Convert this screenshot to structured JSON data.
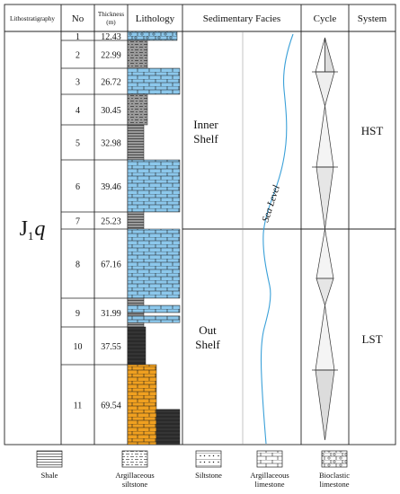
{
  "header": {
    "lithostratigraphy": "Lithostratigraphy",
    "no": "No",
    "thickness_line1": "Thickness",
    "thickness_line2": "(m)",
    "lithology": "Lithology",
    "facies": "Sedimentary Facies",
    "cycle": "Cycle",
    "system": "System"
  },
  "formation": {
    "main": "J",
    "sub": "1",
    "italic": "q"
  },
  "layers": [
    {
      "no": "1",
      "thickness": "12.43",
      "lith": "bioclastic-limestone",
      "color": "#8cc8ec"
    },
    {
      "no": "2",
      "thickness": "22.99",
      "lith": "argillaceous-siltstone",
      "color": "#9a9a9a"
    },
    {
      "no": "3",
      "thickness": "26.72",
      "lith": "limestone",
      "color": "#8cc8ec"
    },
    {
      "no": "4",
      "thickness": "30.45",
      "lith": "argillaceous-siltstone",
      "color": "#9a9a9a"
    },
    {
      "no": "5",
      "thickness": "32.98",
      "lith": "shale",
      "color": "#9a9a9a"
    },
    {
      "no": "6",
      "thickness": "39.46",
      "lith": "limestone",
      "color": "#8cc8ec"
    },
    {
      "no": "7",
      "thickness": "25.23",
      "lith": "shale",
      "color": "#9a9a9a"
    },
    {
      "no": "8",
      "thickness": "67.16",
      "lith": "limestone",
      "color": "#8cc8ec"
    },
    {
      "no": "9",
      "thickness": "31.99",
      "lith": "interbedded",
      "color": "#8cc8ec"
    },
    {
      "no": "10",
      "thickness": "37.55",
      "lith": "dark-shale",
      "color": "#2a2a2a"
    },
    {
      "no": "11",
      "thickness": "69.54",
      "lith": "siltstone",
      "color": "#f0a020"
    }
  ],
  "facies": {
    "upper_line1": "Inner",
    "upper_line2": "Shelf",
    "lower_line1": "Out",
    "lower_line2": "Shelf",
    "curve_label": "Sea Level",
    "curve_color": "#3aa0d8"
  },
  "system": {
    "upper": "HST",
    "lower": "LST"
  },
  "legend": [
    {
      "line1": "Shale",
      "line2": "",
      "pattern": "shale"
    },
    {
      "line1": "Argillaceous",
      "line2": "siltstone",
      "pattern": "argillaceous-siltstone"
    },
    {
      "line1": "Siltstone",
      "line2": "",
      "pattern": "siltstone"
    },
    {
      "line1": "Argillaceous",
      "line2": "limestone",
      "pattern": "argillaceous-limestone"
    },
    {
      "line1": "Bioclastic",
      "line2": "limestone",
      "pattern": "bioclastic-limestone"
    }
  ]
}
